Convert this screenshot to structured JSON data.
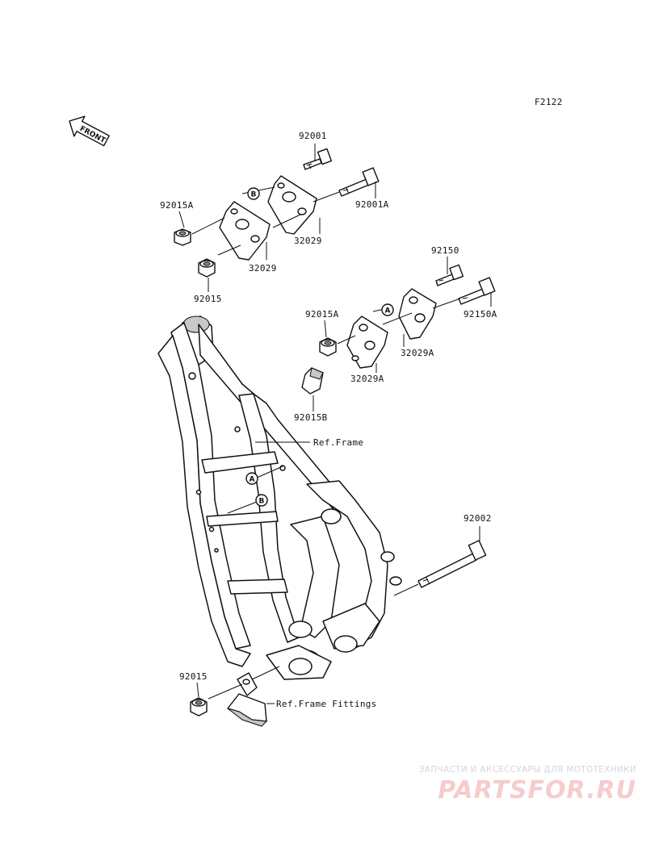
{
  "diagram_code": "F2122",
  "front_label": "FRONT",
  "parts": {
    "p92001": "92001",
    "p92001A": "92001A",
    "p92015A_top": "92015A",
    "p92015_top": "92015",
    "p32029_a": "32029",
    "p32029_b": "32029",
    "p92150": "92150",
    "p92150A": "92150A",
    "p92015A_mid": "92015A",
    "p32029A_a": "32029A",
    "p32029A_b": "32029A",
    "p92015B": "92015B",
    "p92002": "92002",
    "p92015_bottom": "92015"
  },
  "refs": {
    "frame": "Ref.Frame",
    "frame_fittings": "Ref.Frame Fittings"
  },
  "markers": {
    "a_top": "A",
    "b_top": "B",
    "a_frame": "A",
    "b_frame": "B"
  },
  "watermark": {
    "tagline": "ЗАПЧАСТИ И АКСЕССУАРЫ ДЛЯ МОТОТЕХНИКИ",
    "logo": "PARTSFOR.RU"
  }
}
